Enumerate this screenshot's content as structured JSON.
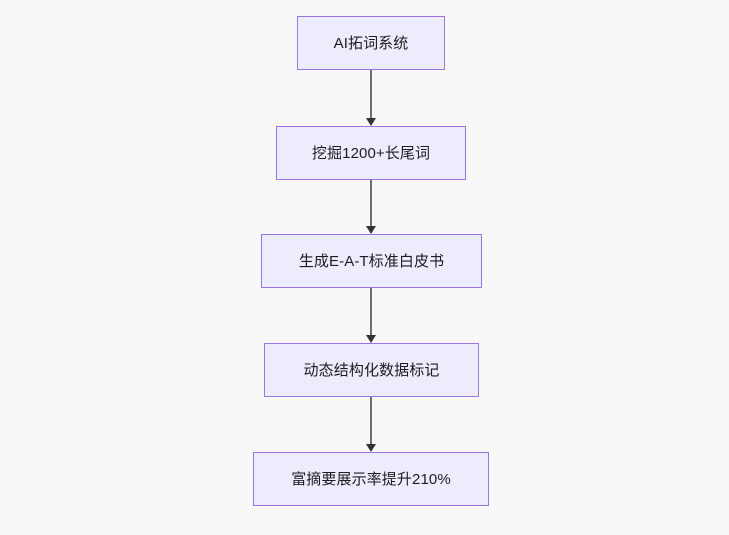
{
  "diagram": {
    "type": "flowchart",
    "direction": "top-to-bottom",
    "background_color": "#f8f8f8",
    "node_fill_color": "#ececfd",
    "node_border_color": "#9a75e0",
    "node_text_color": "#1d1d1f",
    "connector_color": "#6f6f6f",
    "arrowhead_color": "#333333",
    "nodes": [
      {
        "id": "n0",
        "label": "AI拓词系统"
      },
      {
        "id": "n1",
        "label": "挖掘1200+长尾词"
      },
      {
        "id": "n2",
        "label": "生成E-A-T标准白皮书"
      },
      {
        "id": "n3",
        "label": "动态结构化数据标记"
      },
      {
        "id": "n4",
        "label": "富摘要展示率提升210%"
      }
    ],
    "edges": [
      {
        "id": "e0",
        "from": "n0",
        "to": "n1",
        "label": ""
      },
      {
        "id": "e1",
        "from": "n1",
        "to": "n2",
        "label": ""
      },
      {
        "id": "e2",
        "from": "n2",
        "to": "n3",
        "label": ""
      },
      {
        "id": "e3",
        "from": "n3",
        "to": "n4",
        "label": ""
      }
    ]
  }
}
